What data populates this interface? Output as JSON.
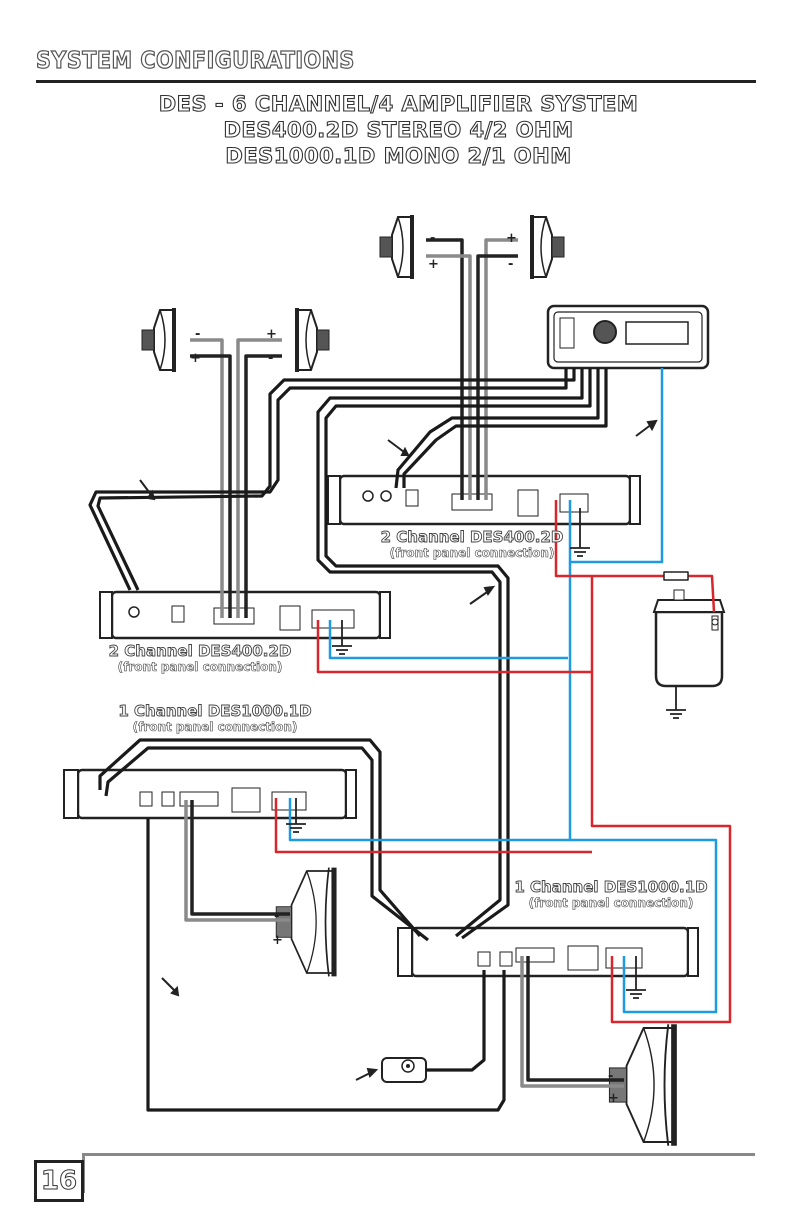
{
  "header": {
    "section_title": "SYSTEM CONFIGURATIONS",
    "title_lines": [
      "DES - 6 CHANNEL/4 AMPLIFIER SYSTEM",
      "DES400.2D STEREO 4/2 OHM",
      "DES1000.1D MONO 2/1 OHM"
    ]
  },
  "amplifiers": [
    {
      "name": "2 Channel DES400.2D",
      "note": "(front panel connection)"
    },
    {
      "name": "2 Channel DES400.2D",
      "note": "(front panel connection)"
    },
    {
      "name": "1 Channel DES1000.1D",
      "note": "(front panel connection)"
    },
    {
      "name": "1 Channel DES1000.1D",
      "note": "(front panel connection)"
    }
  ],
  "polarity": {
    "plus": "+",
    "minus": "-"
  },
  "footer": {
    "page_number": "16"
  },
  "colors": {
    "power_wire": "#d8262c",
    "remote_wire": "#1e9be0",
    "signal_wire": "#1a1a1a",
    "speaker_wire": "#8a8a8a"
  }
}
